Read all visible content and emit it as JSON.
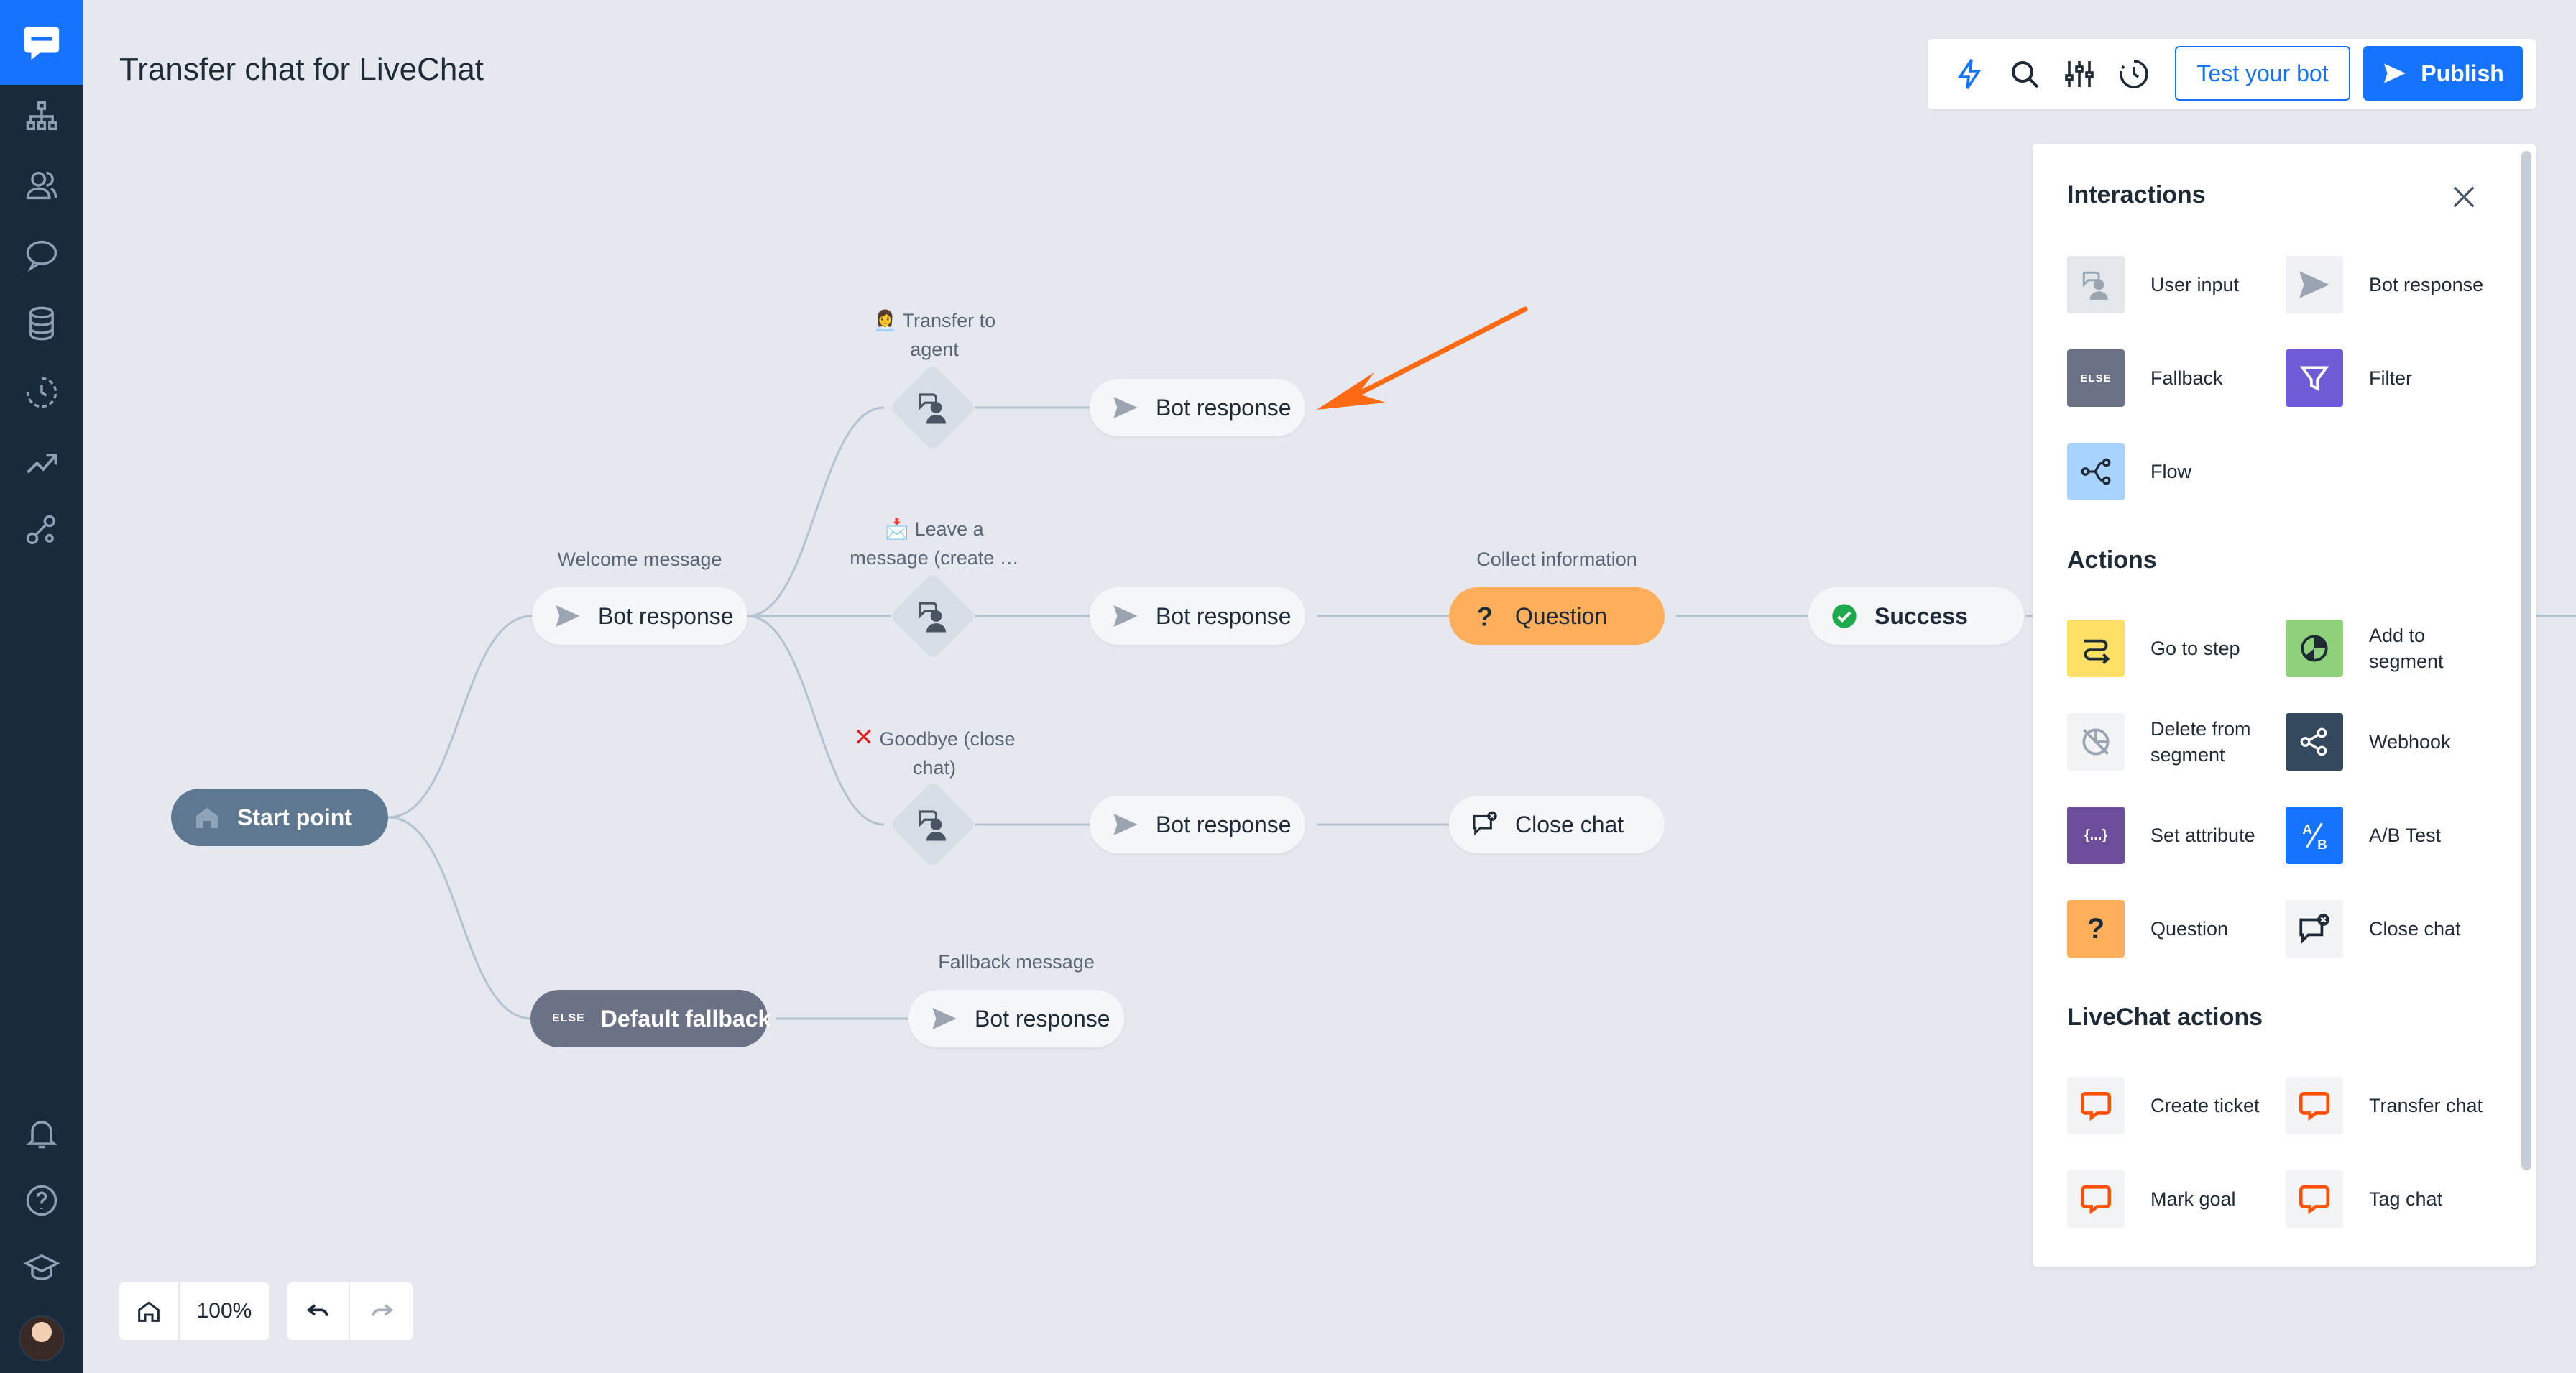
{
  "page_title": "Transfer chat for LiveChat",
  "toolbar": {
    "icons": [
      "lightning-icon",
      "search-icon",
      "sliders-icon",
      "history-icon"
    ],
    "test_label": "Test your bot",
    "publish_label": "Publish"
  },
  "sidebar": {
    "items": [
      "org-chart-icon",
      "users-icon",
      "chat-bubble-icon",
      "database-icon",
      "clock-icon",
      "trend-icon",
      "integrations-icon"
    ],
    "bottom_items": [
      "bell-icon",
      "help-icon",
      "academy-icon"
    ]
  },
  "canvas": {
    "start_point": "Start point",
    "welcome_label": "Welcome message",
    "welcome_node": "Bot response",
    "transfer_label": "👩‍💼 Transfer to agent",
    "transfer_label_line1": "Transfer to",
    "transfer_label_line2": "agent",
    "transfer_response": "Bot response",
    "leave_label_line1": "Leave a",
    "leave_label_line2": "message (create …",
    "leave_response": "Bot response",
    "collect_label": "Collect information",
    "question_node": "Question",
    "success_node": "Success",
    "goodbye_label_line1": "Goodbye (close",
    "goodbye_label_line2": "chat)",
    "goodbye_response": "Bot response",
    "close_chat_node": "Close chat",
    "default_fallback": "Default fallback",
    "fallback_tag": "ELSE",
    "fallback_label": "Fallback message",
    "fallback_response": "Bot response"
  },
  "zoom": {
    "value": "100%"
  },
  "panel": {
    "interactions_title": "Interactions",
    "interactions": [
      {
        "label": "User input",
        "icon": "user-input-icon",
        "color": "#e3e6ea"
      },
      {
        "label": "Bot response",
        "icon": "bot-response-icon",
        "color": "#eef0f3"
      },
      {
        "label": "Fallback",
        "icon": "fallback-icon",
        "color": "#6c7286"
      },
      {
        "label": "Filter",
        "icon": "filter-icon",
        "color": "#6f5bd6"
      },
      {
        "label": "Flow",
        "icon": "flow-icon",
        "color": "#a9d3ff"
      }
    ],
    "actions_title": "Actions",
    "actions": [
      {
        "label": "Go to step",
        "icon": "go-to-step-icon",
        "color": "#ffe066"
      },
      {
        "label": "Add to segment",
        "icon": "add-segment-icon",
        "color": "#8fd17a"
      },
      {
        "label": "Delete from segment",
        "icon": "delete-segment-icon",
        "color": "#f1f3f5"
      },
      {
        "label": "Webhook",
        "icon": "webhook-icon",
        "color": "#34495e"
      },
      {
        "label": "Set attribute",
        "icon": "set-attribute-icon",
        "color": "#6b4d9c"
      },
      {
        "label": "A/B Test",
        "icon": "ab-test-icon",
        "color": "#1673ff"
      },
      {
        "label": "Question",
        "icon": "question-icon",
        "color": "#ffae5c"
      },
      {
        "label": "Close chat",
        "icon": "close-chat-icon",
        "color": "#f1f3f5"
      }
    ],
    "livechat_title": "LiveChat actions",
    "livechat_actions": [
      {
        "label": "Create ticket",
        "icon": "create-ticket-icon",
        "color": "#f1f3f5"
      },
      {
        "label": "Transfer chat",
        "icon": "transfer-chat-icon",
        "color": "#f1f3f5"
      },
      {
        "label": "Mark goal",
        "icon": "mark-goal-icon",
        "color": "#f1f3f5"
      },
      {
        "label": "Tag chat",
        "icon": "tag-chat-icon",
        "color": "#f1f3f5"
      }
    ]
  },
  "colors": {
    "brand": "#1673ff",
    "sidebar": "#1b2a3a",
    "canvas": "#e5e9ef",
    "arrow": "#ff6a13",
    "start": "#5f7891",
    "question": "#ffae5c"
  }
}
